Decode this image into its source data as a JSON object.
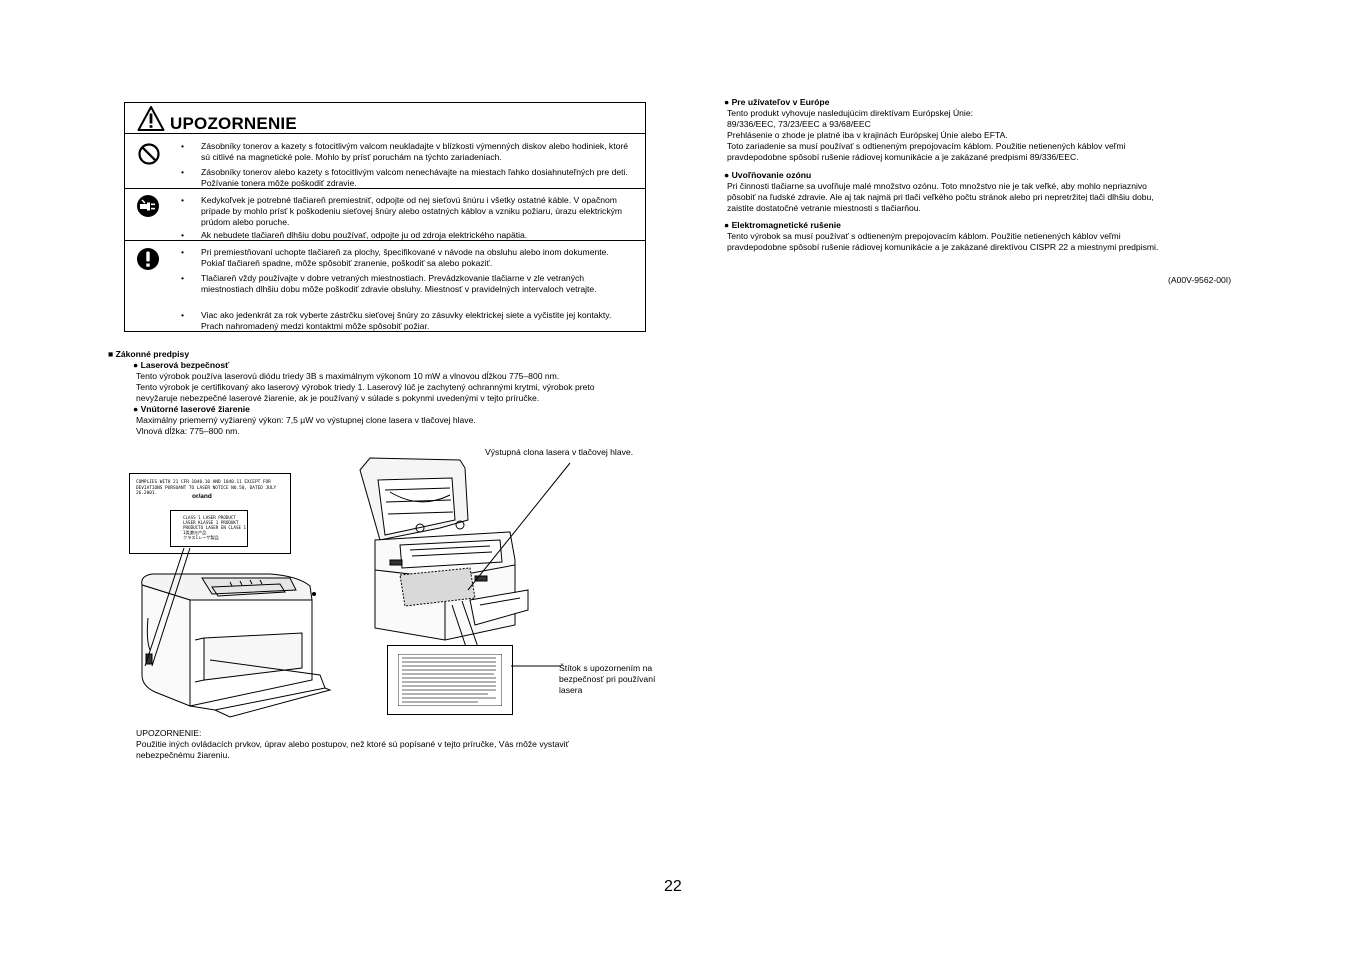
{
  "caution": {
    "title": "UPOZORNENIE",
    "rows": [
      {
        "items": [
          "Zásobníky tonerov a kazety s fotocitlivým valcom neukladajte v blízkosti výmenných diskov alebo hodiniek, ktoré sú citlivé na magnetické pole. Mohlo by prísť poruchám na týchto zariadeniach.",
          "Zásobníky tonerov alebo kazety s fotocitlivým valcom nenechávajte na miestach ľahko dosiahnuteľných pre deti. Požívanie tonera môže poškodiť zdravie."
        ]
      },
      {
        "items": [
          "Kedykoľvek je potrebné tlačiareň premiestniť, odpojte od nej sieťovú šnúru i všetky ostatné káble. V opačnom prípade by mohlo prísť k poškodeniu sieťovej šnúry alebo ostatných káblov a vzniku požiaru, úrazu elektrickým prúdom alebo poruche.",
          "Ak nebudete tlačiareň dlhšiu dobu používať, odpojte ju od zdroja elektrického napätia."
        ]
      },
      {
        "items": [
          "Pri premiestňovaní uchopte tlačiareň za plochy, špecifikované v návode na obsluhu alebo inom dokumente. Pokiaľ tlačiareň spadne, môže spôsobiť zranenie, poškodiť sa alebo pokaziť.",
          "Tlačiareň vždy používajte v dobre vetraných miestnostiach. Prevádzkovanie tlačiarne v zle vetraných miestnostiach dlhšiu dobu môže poškodiť zdravie obsluhy. Miestnosť v pravidelných intervaloch vetrajte.",
          "Viac ako jedenkrát za rok vyberte zástrčku sieťovej šnúry zo zásuvky elektrickej siete a vyčistite jej kontakty. Prach nahromadený medzi kontaktmi môže spôsobiť požiar."
        ]
      }
    ]
  },
  "regulations": {
    "heading": "■ Zákonné predpisy",
    "laser_safety": {
      "heading": "● Laserová bezpečnosť",
      "lines": [
        "Tento výrobok používa laserovú diódu triedy 3B s maximálnym výkonom 10 mW a vlnovou dĺžkou 775–800 nm.",
        "Tento výrobok je certifikovaný ako laserový výrobok triedy 1. Laserový lúč je zachytený ochrannými krytmi, výrobok preto",
        "nevyžaruje nebezpečné laserové žiarenie, ak je používaný v súlade s pokynmi uvedenými v tejto príručke."
      ]
    },
    "internal_laser": {
      "heading": "● Vnútorné laserové žiarenie",
      "lines": [
        "Maximálny priemerný vyžiarený výkon: 7,5 µW vo výstupnej clone lasera v tlačovej hlave.",
        "Vlnová dĺžka: 775–800 nm."
      ]
    }
  },
  "figure": {
    "compliance_label": {
      "line1": "COMPLIES WITH 21 CFR 1040.10 AND 1040.11 EXCEPT FOR",
      "line2": "DEVIATIONS PURSUANT TO LASER NOTICE NO.50, DATED JULY 26.2001.",
      "or_and": "or/and",
      "class_lines": [
        "CLASS 1 LASER PRODUCT",
        "LASER KLASSE 1 PRODUKT",
        "PRODUCTO LASER EN CLASE 1",
        "1类激光产品",
        "クラス1レーザ製品"
      ]
    },
    "aperture_caption": "Výstupná clona lasera v tlačovej hlave.",
    "sticker_caption": [
      "Štítok s upozornením na",
      "bezpečnosť pri používaní",
      "lasera"
    ]
  },
  "footer_caution": {
    "title": "UPOZORNENIE:",
    "lines": [
      "Použitie iných ovládacích prvkov, úprav alebo postupov, než ktoré sú popísané v tejto príručke, Vás môže vystaviť",
      "nebezpečnému žiareniu."
    ]
  },
  "right": {
    "europe": {
      "heading": "● Pre užívateľov v Európe",
      "lines": [
        "Tento produkt vyhovuje nasledujúcim direktívam Európskej Únie:",
        "89/336/EEC, 73/23/EEC a 93/68/EEC",
        "Prehlásenie o zhode je platné iba v krajinách Európskej Únie alebo EFTA.",
        "Toto zariadenie sa musí používať s odtieneným prepojovacím káblom. Použitie netienených káblov veľmi",
        "pravdepodobne spôsobí rušenie rádiovej komunikácie a je zakázané predpismi 89/336/EEC."
      ]
    },
    "ozone": {
      "heading": "● Uvoľňovanie ozónu",
      "lines": [
        "Pri činnosti tlačiarne sa uvoľňuje malé množstvo ozónu. Toto množstvo nie je tak veľké, aby mohlo nepriaznivo",
        "pôsobiť na ľudské zdravie. Ale aj tak najmä pri tlači veľkého počtu stránok alebo pri nepretržitej tlači dlhšiu dobu,",
        "zaistite dostatočné vetranie miestnosti s tlačiarňou."
      ]
    },
    "emc": {
      "heading": "● Elektromagnetické rušenie",
      "lines": [
        "Tento výrobok sa musí používať s odtieneným prepojovacím káblom. Použitie netienených káblov veľmi",
        "pravdepodobne spôsobí rušenie rádiovej komunikácie a je zakázané direktívou CISPR 22 a miestnymi predpismi."
      ]
    },
    "doc_code": "(A00V-9562-00I)"
  },
  "page_number": "22",
  "bullet": "•"
}
